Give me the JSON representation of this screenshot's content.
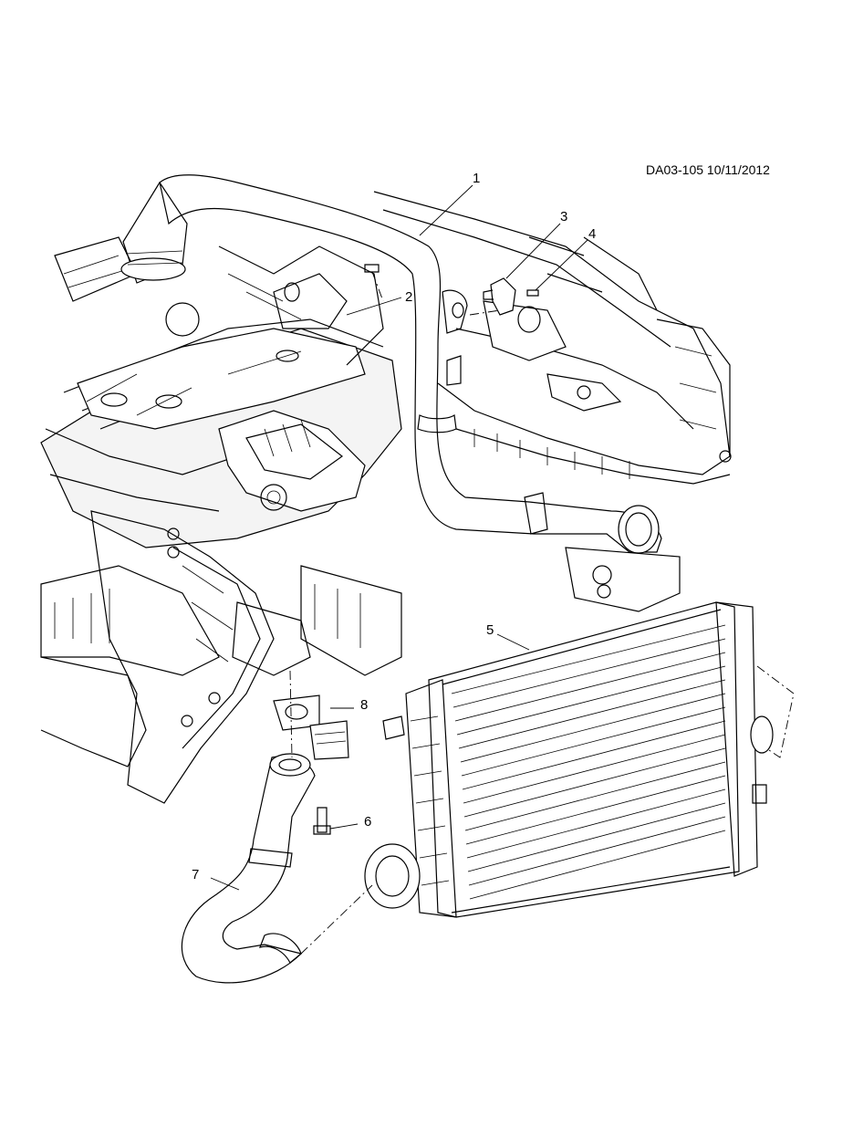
{
  "document_id": "DA03-105 10/11/2012",
  "callouts": [
    {
      "num": "1"
    },
    {
      "num": "2"
    },
    {
      "num": "3"
    },
    {
      "num": "4"
    },
    {
      "num": "5"
    },
    {
      "num": "6"
    },
    {
      "num": "7"
    },
    {
      "num": "8"
    }
  ]
}
